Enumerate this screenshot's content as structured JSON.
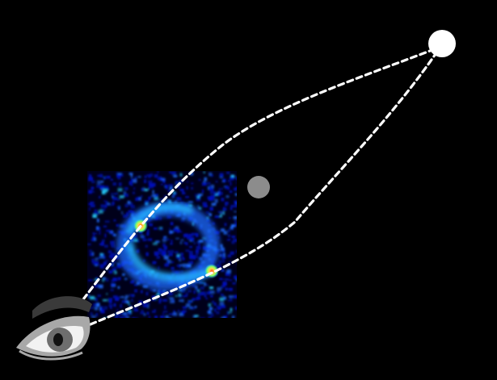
{
  "diagram": {
    "background_color": "#000000",
    "source": {
      "icon": "white-circle-icon",
      "color": "#ffffff"
    },
    "lens": {
      "icon": "gray-circle-icon",
      "color": "#8c8c8c"
    },
    "observer": {
      "icon": "eye-icon",
      "colors": {
        "lid": "#3a3a3a",
        "eye_white": "#f2f2f2",
        "outline": "#a8a8a8",
        "iris": "#6e6e6e",
        "pupil": "#111111"
      }
    },
    "light_paths": {
      "style": "dashed",
      "color": "#ffffff",
      "count": 2
    },
    "lensed_image": {
      "type": "einstein-ring-heatmap",
      "colormap": [
        "#00001a",
        "#0010c0",
        "#1e6cff",
        "#27d0ff",
        "#7cff6a",
        "#ffe14a",
        "#ff5a1a"
      ],
      "bright_spots": 2
    }
  }
}
